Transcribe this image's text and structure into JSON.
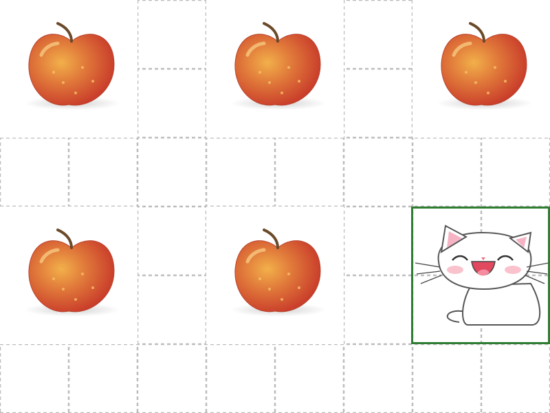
{
  "board": {
    "cols": 8,
    "rows": 6,
    "grid_line_color": "#bdbdbd",
    "background": "#ffffff"
  },
  "items": [
    {
      "kind": "apple",
      "icon": "apple-icon",
      "col": 0,
      "row": 0
    },
    {
      "kind": "apple",
      "icon": "apple-icon",
      "col": 3,
      "row": 0
    },
    {
      "kind": "apple",
      "icon": "apple-icon",
      "col": 6,
      "row": 0
    },
    {
      "kind": "apple",
      "icon": "apple-icon",
      "col": 0,
      "row": 3
    },
    {
      "kind": "apple",
      "icon": "apple-icon",
      "col": 3,
      "row": 3
    },
    {
      "kind": "cat",
      "icon": "cat-icon",
      "col": 6,
      "row": 3
    }
  ],
  "player": {
    "col": 6,
    "row": 3,
    "highlight_color": "#2e7d32"
  }
}
